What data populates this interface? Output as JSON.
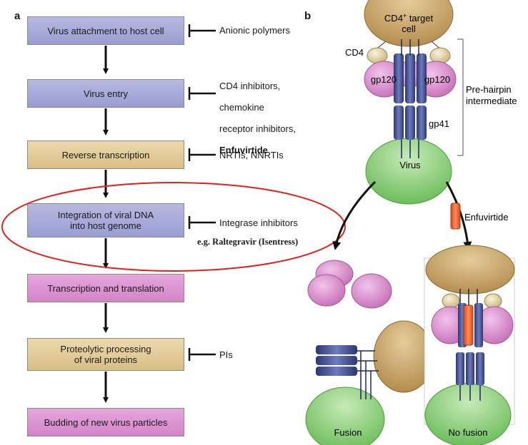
{
  "panel_a": {
    "label": "a",
    "steps": [
      {
        "label": "Virus attachment to host cell",
        "color": "#a7a9d9"
      },
      {
        "label": "Virus entry",
        "color": "#a7a9d9"
      },
      {
        "label": "Reverse transcription",
        "color": "#e3cc98"
      },
      {
        "label": "Integration of viral DNA\ninto host genome",
        "color": "#a7a9d9"
      },
      {
        "label": "Transcription and translation",
        "color": "#dd95d2"
      },
      {
        "label": "Proteolytic processing\nof viral proteins",
        "color": "#e3cc98"
      },
      {
        "label": "Budding of new virus particles",
        "color": "#dd95d2"
      }
    ],
    "inhibitors": {
      "attachment": "Anionic polymers",
      "entry_lines": [
        "CD4 inhibitors,",
        "chemokine",
        "receptor inhibitors,"
      ],
      "entry_bold": "Enfuvirtide",
      "reverse_transcription": "NRTIs, NNRTIs",
      "integration": "Integrase inhibitors",
      "proteolytic": "PIs"
    },
    "example": "e.g. Raltegravir (Isentress)"
  },
  "panel_b": {
    "label": "b",
    "cell_label_line1": "CD4",
    "cell_label_sup": "+",
    "cell_label_rest": " target",
    "cell_label_line2": "cell",
    "cd4": "CD4",
    "gp120_left": "gp120",
    "gp120_right": "gp120",
    "gp41": "gp41",
    "intermediate_line1": "Pre-hairpin",
    "intermediate_line2": "intermediate",
    "virus": "Virus",
    "drug": "Enfuvirtide",
    "fusion": "Fusion",
    "no_fusion": "No fusion"
  },
  "colors": {
    "cell": "#c8a76a",
    "virus": "#8fd07f",
    "gp120": "#d68ccb",
    "gp41": "#4d5a94",
    "cd4": "#e3d3a6",
    "drug": "#ee6a3a",
    "highlight_ring": "#e02020"
  }
}
